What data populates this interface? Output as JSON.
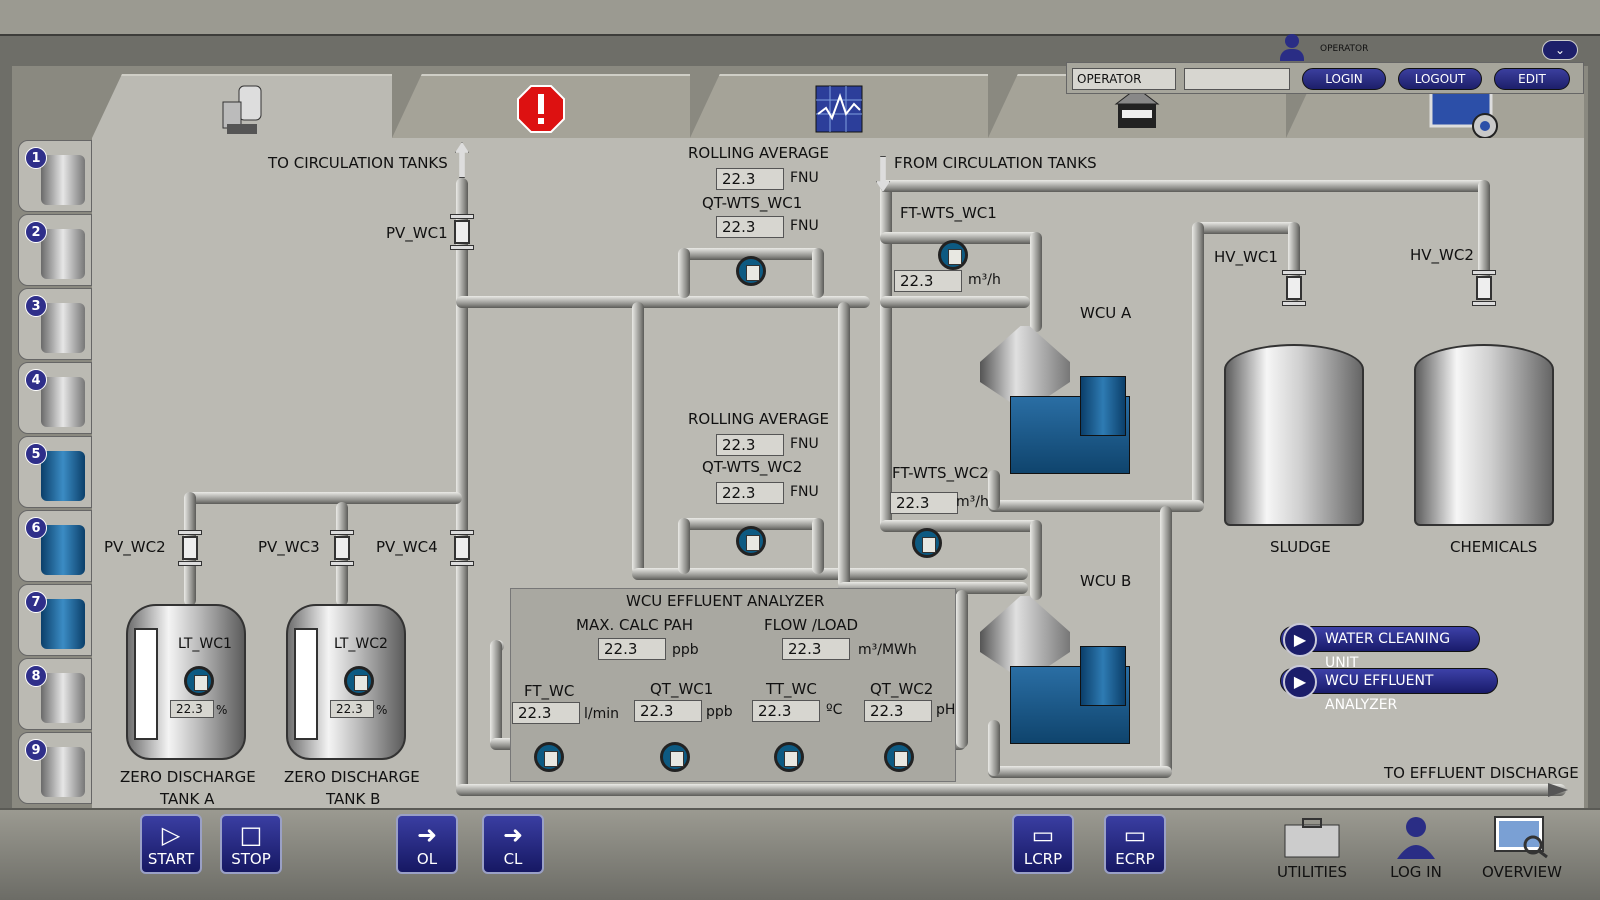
{
  "header": {
    "user_label": "OPERATOR",
    "user_field": "OPERATOR",
    "login": "LOGIN",
    "logout": "LOGOUT",
    "edit": "EDIT"
  },
  "tabs": [
    {
      "icon": "separator-icon"
    },
    {
      "icon": "alarm-icon"
    },
    {
      "icon": "trend-chart-icon"
    },
    {
      "icon": "building-icon"
    },
    {
      "icon": "settings-screen-icon"
    }
  ],
  "sidebar": [
    "1",
    "2",
    "3",
    "4",
    "5",
    "6",
    "7",
    "8",
    "9"
  ],
  "labels": {
    "to_circulation": "TO CIRCULATION TANKS",
    "from_circulation": "FROM CIRCULATION TANKS",
    "to_effluent": "TO EFFLUENT DISCHARGE",
    "pv_wc1": "PV_WC1",
    "pv_wc2": "PV_WC2",
    "pv_wc3": "PV_WC3",
    "pv_wc4": "PV_WC4",
    "hv_wc1": "HV_WC1",
    "hv_wc2": "HV_WC2",
    "wcu_a": "WCU A",
    "wcu_b": "WCU B",
    "sludge": "SLUDGE",
    "chemicals": "CHEMICALS",
    "tank_a_l1": "ZERO DISCHARGE",
    "tank_a_l2": "TANK A",
    "tank_b_l1": "ZERO DISCHARGE",
    "tank_b_l2": "TANK B",
    "lt_wc1": "LT_WC1",
    "lt_wc2": "LT_WC2"
  },
  "qt1": {
    "avg_label": "ROLLING AVERAGE",
    "avg": "22.3",
    "avg_unit": "FNU",
    "name": "QT-WTS_WC1",
    "value": "22.3",
    "unit": "FNU"
  },
  "qt2": {
    "avg_label": "ROLLING AVERAGE",
    "avg": "22.3",
    "avg_unit": "FNU",
    "name": "QT-WTS_WC2",
    "value": "22.3",
    "unit": "FNU"
  },
  "ft1": {
    "name": "FT-WTS_WC1",
    "value": "22.3",
    "unit": "m³/h"
  },
  "ft2": {
    "name": "FT-WTS_WC2",
    "value": "22.3",
    "unit": "m³/h"
  },
  "tank_a": {
    "value": "22.3",
    "unit": "%"
  },
  "tank_b": {
    "value": "22.3",
    "unit": "%"
  },
  "analyzer": {
    "title": "WCU EFFLUENT ANALYZER",
    "pah_label": "MAX. CALC PAH",
    "pah": "22.3",
    "pah_unit": "ppb",
    "flow_label": "FLOW /LOAD",
    "flow": "22.3",
    "flow_unit": "m³/MWh",
    "ft_label": "FT_WC",
    "ft": "22.3",
    "ft_unit": "l/min",
    "qt1_label": "QT_WC1",
    "qt1": "22.3",
    "qt1_unit": "ppb",
    "tt_label": "TT_WC",
    "tt": "22.3",
    "tt_unit": "ºC",
    "qt2_label": "QT_WC2",
    "qt2": "22.3",
    "qt2_unit": "pH"
  },
  "launchers": {
    "wcu": "WATER CLEANING UNIT",
    "analyzer": "WCU EFFLUENT ANALYZER"
  },
  "bottom": {
    "start": "START",
    "stop": "STOP",
    "ol": "OL",
    "cl": "CL",
    "lcrp": "LCRP",
    "ecrp": "ECRP",
    "utilities": "UTILITIES",
    "login": "LOG IN",
    "overview": "OVERVIEW"
  },
  "colors": {
    "accent": "#1d1f6a",
    "panel": "#bbbab3",
    "equipment": "#0f446d"
  }
}
